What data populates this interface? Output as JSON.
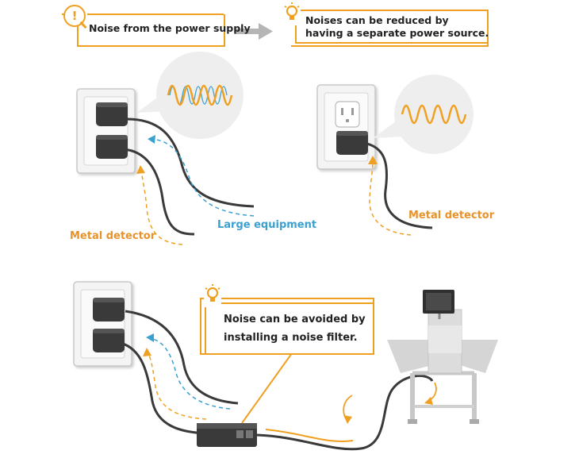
{
  "problem_callout": {
    "text": "Noise from the power supply",
    "icon": "alert-icon"
  },
  "solution_callout": {
    "line1": "Noises can be reduced by",
    "line2": "having a separate power source.",
    "icon": "lightbulb-icon"
  },
  "filter_callout": {
    "line1": "Noise can be avoided by",
    "line2": "installing a noise filter.",
    "icon": "lightbulb-icon"
  },
  "labels": {
    "metal_detector_left": "Metal detector",
    "large_equipment": "Large equipment",
    "metal_detector_right": "Metal detector"
  },
  "colors": {
    "accent_orange": "#f0a020",
    "label_orange": "#e8922a",
    "noise_blue": "#3aa0d0",
    "cable_gray": "#3a3a3a",
    "outlet_plate": "#f2f2f2"
  }
}
